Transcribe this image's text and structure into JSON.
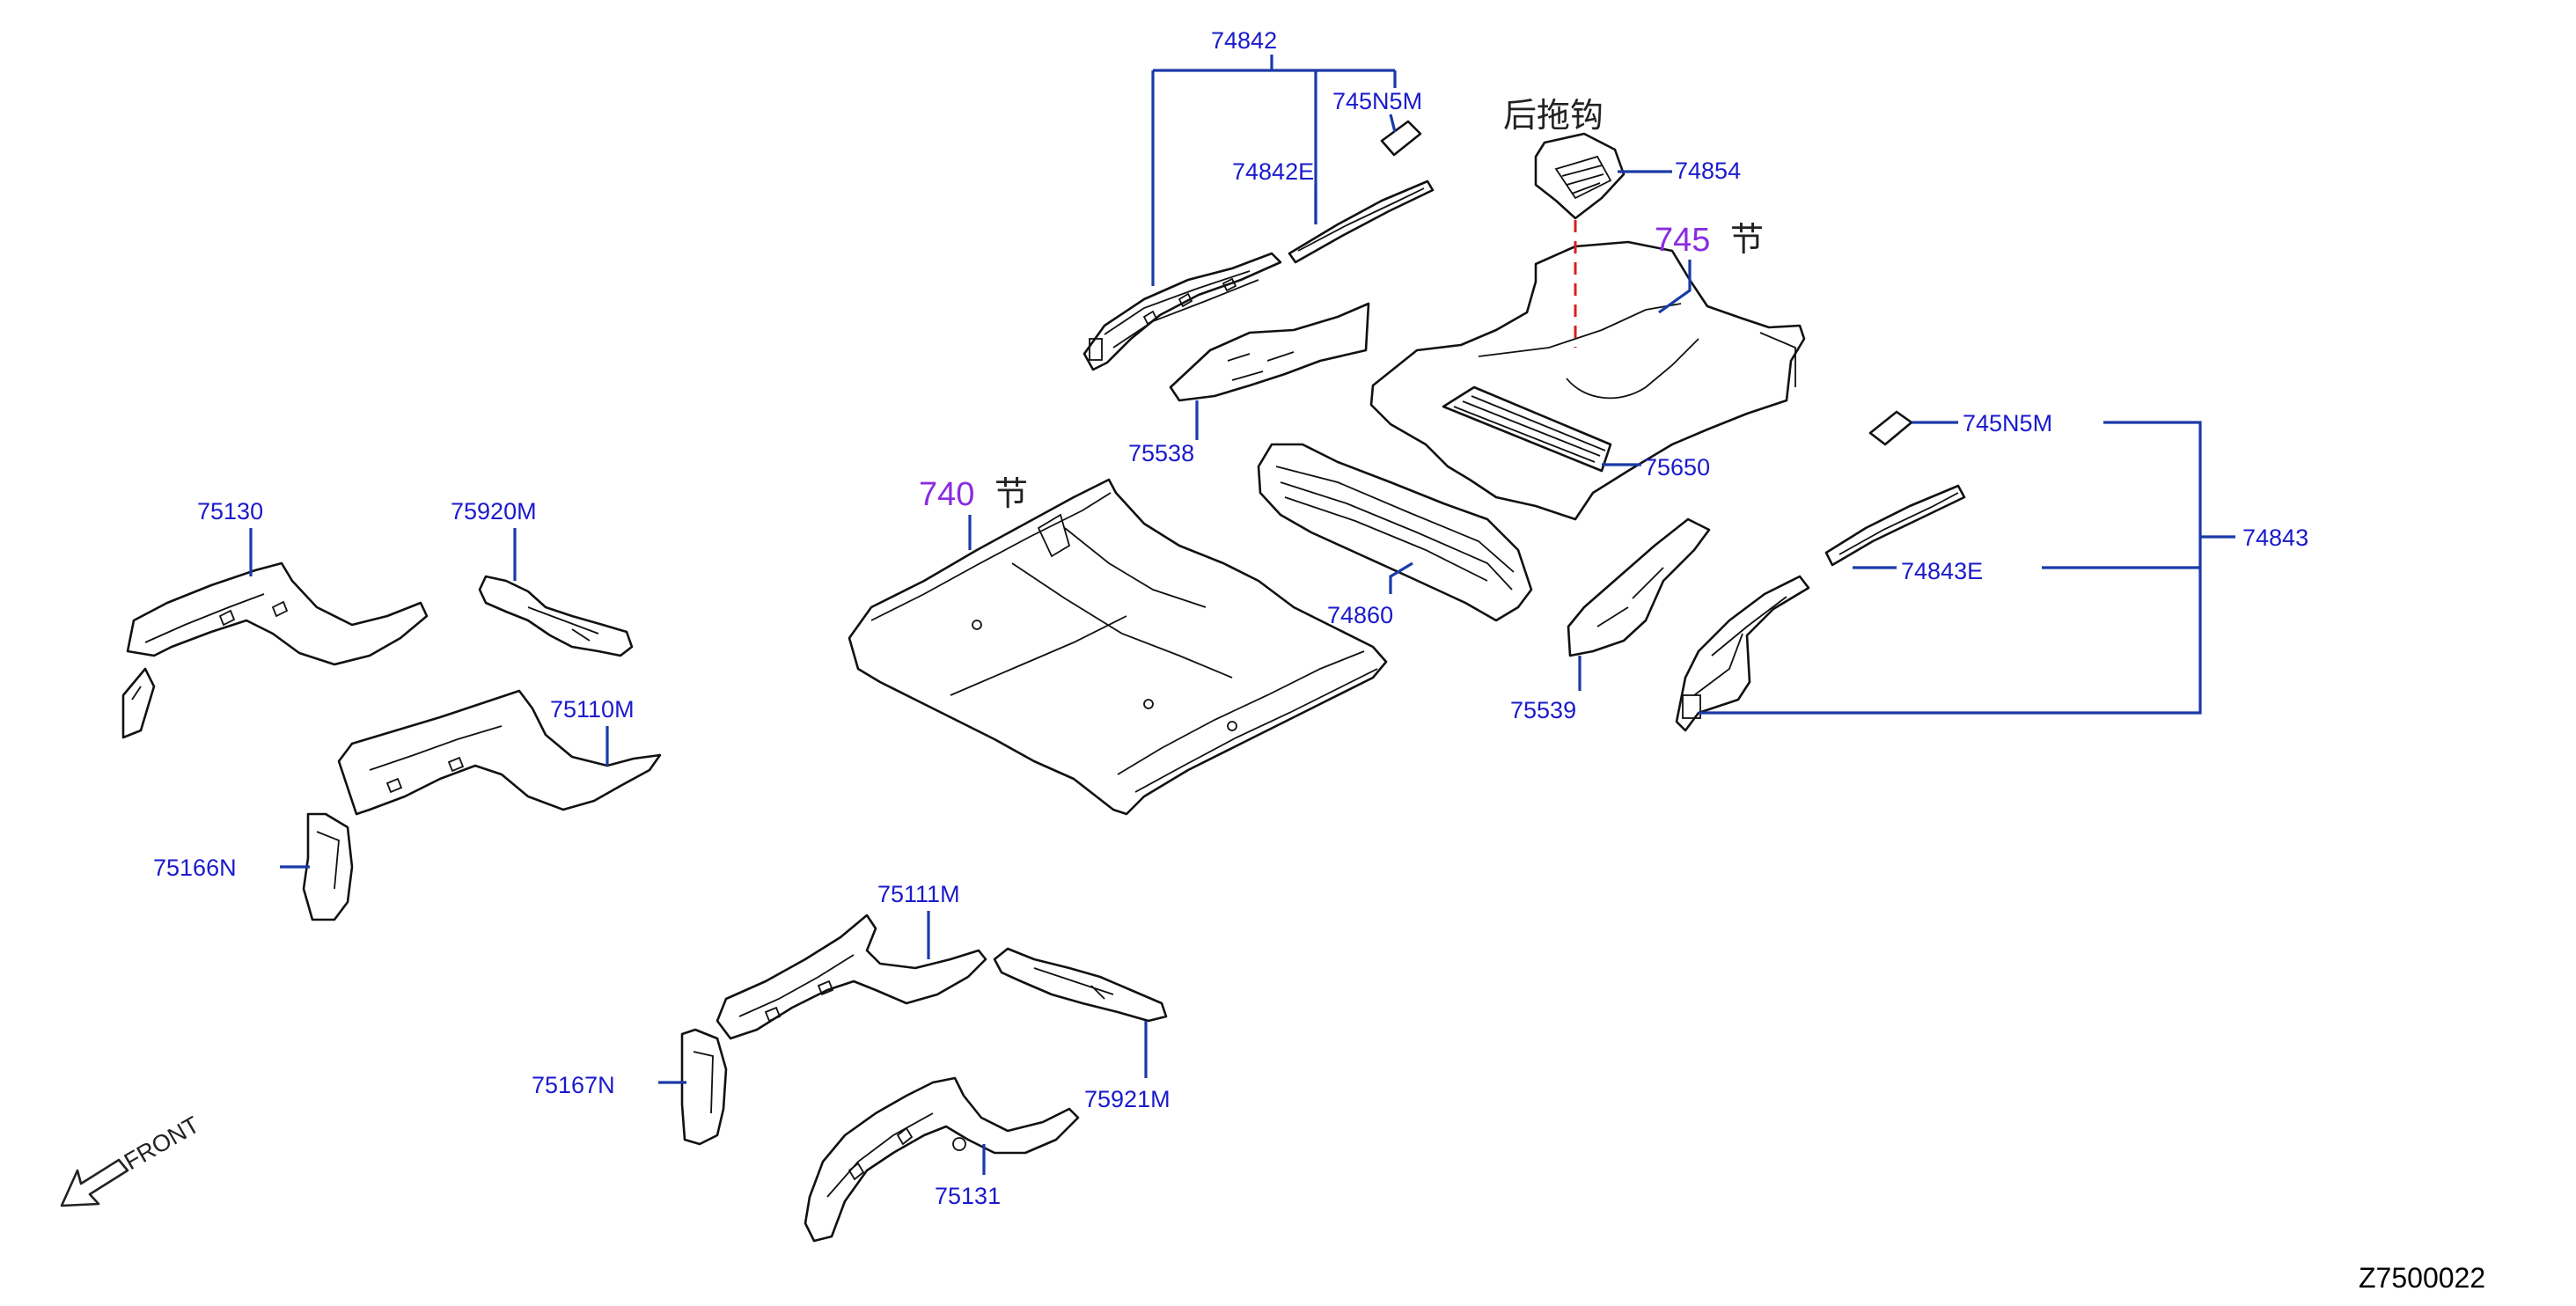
{
  "parts": {
    "p74842": "74842",
    "p745N5M_top": "745N5M",
    "p74842E": "74842E",
    "p74854": "74854",
    "p75538": "75538",
    "p75650": "75650",
    "p745N5M_right": "745N5M",
    "p74843": "74843",
    "p74843E": "74843E",
    "p74860": "74860",
    "p75539": "75539",
    "p75130": "75130",
    "p75920M": "75920M",
    "p75110M": "75110M",
    "p75166N": "75166N",
    "p75111M": "75111M",
    "p75167N": "75167N",
    "p75921M": "75921M",
    "p75131": "75131"
  },
  "sections": {
    "s740_num": "740",
    "s740_suffix": "节",
    "s745_num": "745",
    "s745_suffix": "节"
  },
  "callouts": {
    "tow_hook": "后拖钩"
  },
  "orientation": {
    "front": "FRONT"
  },
  "diagram_id": "Z7500022",
  "colors": {
    "part_label": "#1a1acc",
    "section_number": "#8a2be2",
    "leader_line": "#1a3aa8",
    "reference_dash": "#d81e1e"
  }
}
